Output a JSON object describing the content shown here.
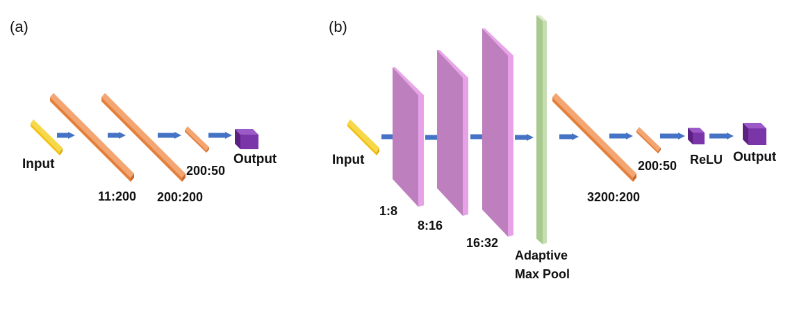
{
  "colors": {
    "input": "#f2c00f",
    "linear": "#ed8a3d",
    "conv": "#bd7fbd",
    "pool": "#c6ddb2",
    "output": "#7a35a8",
    "arrow": "#4472c4"
  },
  "panel_a": {
    "tag": "(a)",
    "input_label": "Input",
    "layer1_label": "11:200",
    "layer2_label": "200:200",
    "layer3_label": "200:50",
    "output_label": "Output"
  },
  "panel_b": {
    "tag": "(b)",
    "input_label": "Input",
    "conv1_label": "1:8",
    "conv2_label": "8:16",
    "conv3_label": "16:32",
    "pool_label_line1": "Adaptive",
    "pool_label_line2": "Max Pool",
    "linear1_label": "3200:200",
    "linear2_label": "200:50",
    "relu_label": "ReLU",
    "output_label": "Output"
  }
}
